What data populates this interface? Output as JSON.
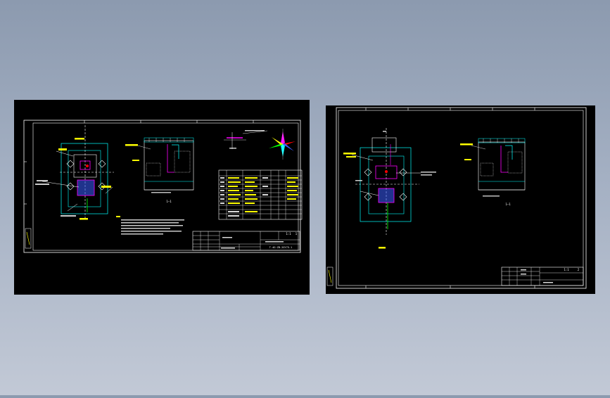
{
  "viewer": {
    "background_top": "#8c9aaf",
    "background_bottom": "#c2c9d6",
    "canvas_color": "#000000"
  },
  "colors": {
    "frame": "#ffffff",
    "cyan": "#00ffff",
    "yellow": "#ffff00",
    "magenta": "#ff00ff",
    "green": "#00ff00",
    "red": "#ff0000",
    "blue": "#3a5cff"
  },
  "sheet_left": {
    "section_label": "1—1",
    "title_block": {
      "code": "T-4G·ZB-2GY75-1",
      "scale": "1:1",
      "sheet": "1"
    }
  },
  "sheet_right": {
    "section_label": "1—1",
    "title_block": {
      "scale": "1:1",
      "sheet": "2"
    }
  },
  "icons": {
    "compass": "compass-rose-icon"
  }
}
